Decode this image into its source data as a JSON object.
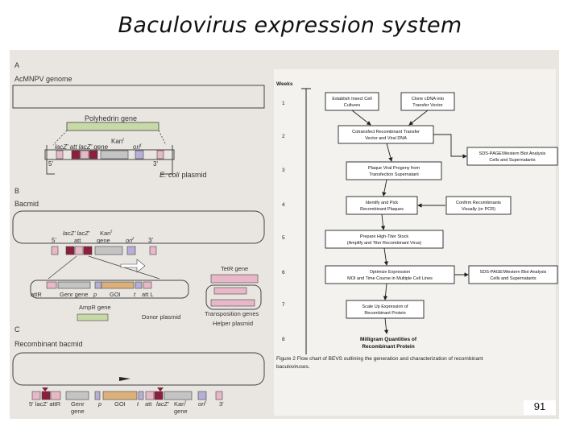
{
  "slide": {
    "title": "Baculovirus expression system",
    "page_number": "91"
  },
  "panel_a": {
    "label": "A",
    "caption": "AcMNPV genome",
    "polyhedrin": "Polyhedrin gene",
    "kanr": "Kan",
    "sup_r": "r",
    "laczr": "lacZ",
    "prime": "'",
    "att": "att",
    "laczgene": "gene",
    "ori": "ori",
    "five": "5'",
    "three": "3'",
    "ecoli": "E. coli",
    "plasmid": "plasmid"
  },
  "panel_b": {
    "label": "B",
    "caption": "Bacmid",
    "five": "5'",
    "three": "3'",
    "lacz": "lacZ",
    "att": "att",
    "kan": "Kan",
    "gene": "gene",
    "ori": "ori",
    "sup_r": "r",
    "prime": "'",
    "tetr": "TetR gene",
    "att_r": "attR",
    "genr": "Genr gene",
    "p": "p",
    "goi": "GOI",
    "t": "t",
    "att_l": "att L",
    "ampr": "AmpR gene",
    "donor": "Donor plasmid",
    "transposition": "Transposition genes",
    "helper": "Helper plasmid"
  },
  "panel_c": {
    "label": "C",
    "caption": "Recombinant bacmid",
    "left": "5' lacZ' attR",
    "genr": "Genr",
    "gene": "gene",
    "p": "p",
    "goi": "GOI",
    "t": "t",
    "att": "att",
    "laczr": "lacZ'",
    "kan": "Kan",
    "ori": "ori",
    "sup_r": "r",
    "three": "3'"
  },
  "flow": {
    "weeks_label": "Weeks",
    "weeks": [
      "1",
      "2",
      "3",
      "4",
      "5",
      "6",
      "7",
      "8"
    ],
    "step1a": [
      "Establish Insect Cell",
      "Cultures"
    ],
    "step1b": [
      "Clone cDNA into",
      "Transfer Vector"
    ],
    "step2": [
      "Cotransfect Recombinant Transfer",
      "Vector and Viral DNA"
    ],
    "side2": [
      "SDS-PAGE/Western Blot Analysis",
      "Cells and Supernatants"
    ],
    "step3": [
      "Plaque Viral Progeny from",
      "Transfection Supernatant"
    ],
    "step4": [
      "Identify and Pick",
      "Recombinant Plaques"
    ],
    "side4": [
      "Confirm Recombinants",
      "Visually (or PCR)"
    ],
    "step5": [
      "Prepare High-Titer Stock",
      "(Amplify and Titer Recombinant Virus)"
    ],
    "step6": [
      "Optimize Expression",
      "MOI and Time Course in Multiple Cell Lines"
    ],
    "side6": [
      "SDS-PAGE/Western Blot Analysis",
      "Cells and Supernatants"
    ],
    "step7": [
      "Scale Up Expression of",
      "Recombinant Protein"
    ],
    "final": [
      "Milligram Quantities of",
      "Recombinant Protein"
    ],
    "figure_caption": [
      "Figure 2  Flow chart of BEVS outlining the generation and characterization of recombinant",
      "baculoviruses."
    ]
  },
  "colors": {
    "polyhedrin": "#c8d9a8",
    "maroon": "#8e1f3c",
    "pink": "#e8b8c8",
    "gray": "#c4c4c4",
    "lilac": "#b6b0d6",
    "tan": "#dcb07a"
  }
}
